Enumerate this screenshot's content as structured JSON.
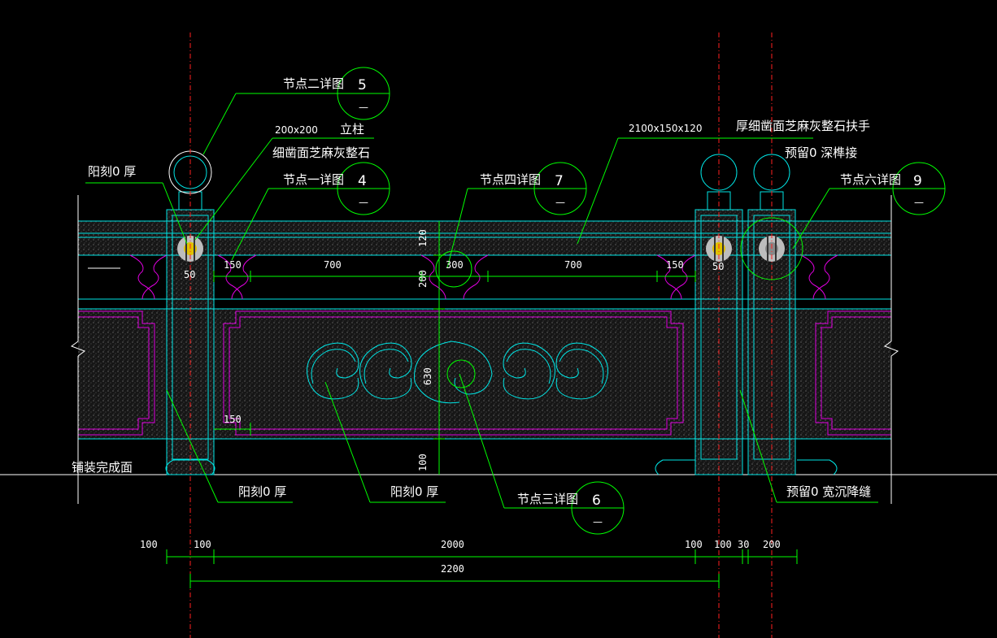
{
  "callouts": {
    "node2": {
      "label": "节点二详图",
      "number": "5",
      "sheet": "—"
    },
    "node1": {
      "label": "节点一详图",
      "number": "4",
      "sheet": "—"
    },
    "node4": {
      "label": "节点四详图",
      "number": "7",
      "sheet": "—"
    },
    "node6": {
      "label": "节点六详图",
      "number": "9",
      "sheet": "—"
    },
    "node3": {
      "label": "节点三详图",
      "number": "6",
      "sheet": "—"
    }
  },
  "notes": {
    "post_size": "200x200",
    "post_name": "立柱",
    "post_material": "细凿面芝麻灰整石",
    "relief_top": "阳刻0 厚",
    "handrail_size": "2100x150x120",
    "handrail_material": "厚细凿面芝麻灰整石扶手",
    "tenon": "预留0 深榫接",
    "paving": "铺装完成面",
    "relief_post": "阳刻0 厚",
    "relief_panel": "阳刻0 厚",
    "joint": "预留0 宽沉降缝"
  },
  "inner_dims": {
    "d150a": "150",
    "d700a": "700",
    "d300": "300",
    "d700b": "700",
    "d150b": "150",
    "d50a": "50",
    "d50b": "50",
    "d150c": "150",
    "v120": "120",
    "v200": "200",
    "v630": "630",
    "v100": "100"
  },
  "bottom_dims": {
    "d100a": "100",
    "d100b": "100",
    "d2000": "2000",
    "d100c": "100",
    "d100d": "100",
    "d30": "30",
    "d200": "200",
    "d2200": "2200"
  },
  "colors": {
    "leader": "#00ff00",
    "outline": "#00e5e5",
    "trim": "#e000e0",
    "axis": "#ff2020",
    "text": "#ffffff",
    "stone": "#1c1c1c",
    "background": "#000000"
  }
}
